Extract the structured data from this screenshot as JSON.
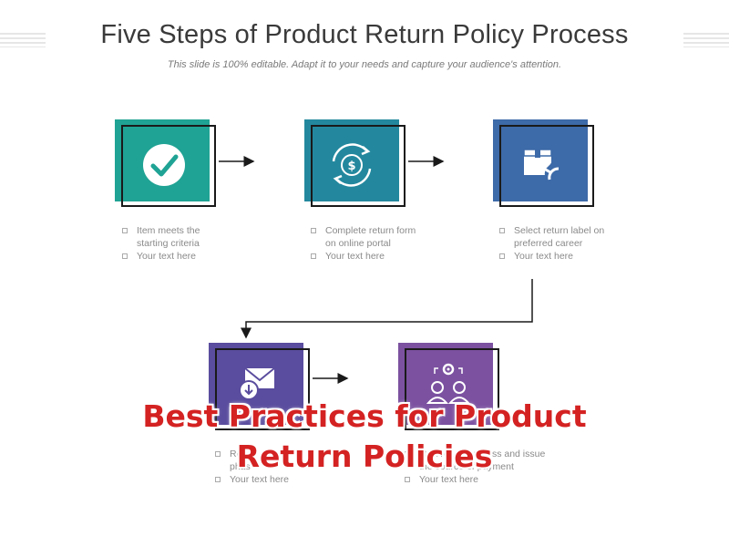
{
  "slide": {
    "title": "Five Steps of Product Return Policy Process",
    "subtitle": "This slide is 100% editable. Adapt it to your needs and capture your audience's attention."
  },
  "colors": {
    "step1": "#1fa394",
    "step2": "#23889e",
    "step3": "#3d6aa8",
    "step4": "#5a4c9e",
    "step5": "#7b51a0",
    "overlay_text": "#d42222"
  },
  "steps": [
    {
      "icon": "checkmark-icon",
      "line1": "Item meets the",
      "line2": "starting criteria",
      "line3": "Your text here"
    },
    {
      "icon": "dollar-cycle-icon",
      "line1": "Complete return form",
      "line2": "on online portal",
      "line3": "Your text here"
    },
    {
      "icon": "box-return-icon",
      "line1": "Select return label on",
      "line2": "preferred career",
      "line3": "Your text here"
    },
    {
      "icon": "mail-download-icon",
      "line1": "Rece",
      "line2": "phas",
      "line3": "Your text here"
    },
    {
      "icon": "people-gear-icon",
      "line1": "start return process and issue",
      "line2": "the source of payment",
      "line3": "Your text here"
    }
  ],
  "overlay": {
    "line1": "Best Practices for Product",
    "line2": "Return Policies"
  }
}
